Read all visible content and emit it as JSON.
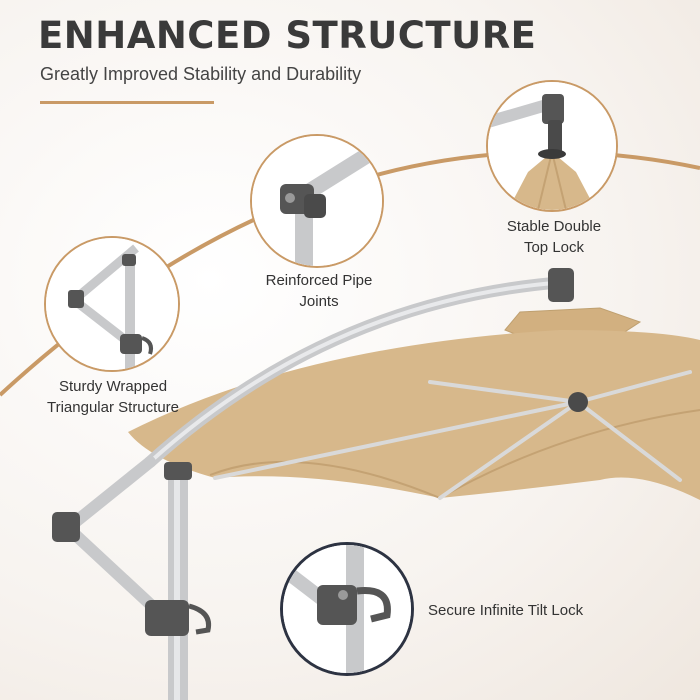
{
  "header": {
    "title": "ENHANCED STRUCTURE",
    "subtitle": "Greatly Improved Stability and Durability"
  },
  "features": [
    {
      "line1": "Stable Double",
      "line2": "Top Lock",
      "icon": "top-lock-icon"
    },
    {
      "line1": "Reinforced Pipe",
      "line2": "Joints",
      "icon": "pipe-joint-icon"
    },
    {
      "line1": "Sturdy Wrapped",
      "line2": "Triangular Structure",
      "icon": "triangular-structure-icon"
    },
    {
      "line1": "Secure Infinite Tilt Lock",
      "icon": "tilt-lock-icon"
    }
  ],
  "colors": {
    "accent": "#c99a66",
    "canopy": "#d8b98c",
    "pole": "#c8c9cb",
    "joint": "#555555",
    "highlight_ring": "#2d3342"
  }
}
